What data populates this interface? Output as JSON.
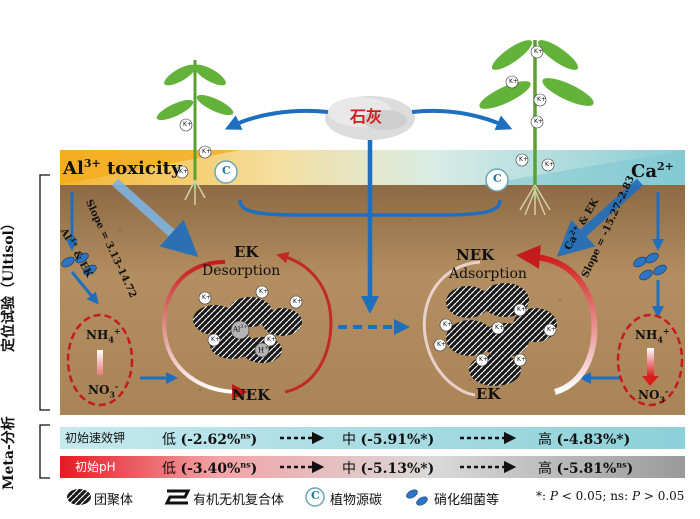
{
  "top": {
    "lime_label": "石灰",
    "al_toxicity": "Al",
    "al_sup": "3+",
    "al_word": "toxicity",
    "ca_label": "Ca",
    "ca_sup": "2+",
    "k_label": "K",
    "k_sup": "+",
    "c_label": "C"
  },
  "left_arrow": {
    "label1": "Al",
    "label1_sup": "3+",
    "label1_rest": " & EK",
    "slope": "Slope = 3.13–14.72"
  },
  "right_arrow": {
    "label1": "Ca",
    "label1_sup": "2+",
    "label1_rest": " & EK",
    "slope": "Slope = -15.27–2.83"
  },
  "left_cycle": {
    "ek": "EK",
    "desorption": "Desorption",
    "nek": "NEK",
    "nh4": "NH",
    "nh4_sub": "4",
    "nh4_sup": "+",
    "no3": "NO",
    "no3_sub": "3",
    "no3_sup": "-",
    "al_ion": "Al",
    "al_ion_sup": "3+",
    "h_ion": "H",
    "h_ion_sup": "+"
  },
  "right_cycle": {
    "nek": "NEK",
    "adsorption": "Adsorption",
    "ek": "EK",
    "nh4": "NH",
    "nh4_sub": "4",
    "nh4_sup": "+",
    "no3": "NO",
    "no3_sub": "3",
    "no3_sup": "-"
  },
  "side_labels": {
    "ultisol": "定位试验（Ultisol）",
    "meta": "Meta-分析"
  },
  "bars": [
    {
      "name": "初始速效钾",
      "low_label": "低",
      "low_value": "(-2.62%",
      "low_sup": "ns",
      "low_close": ")",
      "mid_label": "中",
      "mid_value": "(-5.91%*)",
      "high_label": "高",
      "high_value": "(-4.83%*)",
      "color": "#9fd9df"
    },
    {
      "name": "初始pH",
      "low_label": "低",
      "low_value": "(-3.40%",
      "low_sup": "ns",
      "low_close": ")",
      "mid_label": "中",
      "mid_value": "(-5.13%*)",
      "high_label": "高",
      "high_value": "(-5.81%",
      "high_sup": "ns",
      "high_close": ")",
      "color_start": "#e8202a",
      "color_end": "#a0a0a0"
    }
  ],
  "legend": {
    "aggregate": "团聚体",
    "complex": "有机无机复合体",
    "carbon": "植物源碳",
    "bacteria": "硝化细菌等",
    "sig_note_1": "*: ",
    "sig_p1": "P",
    "sig_note_2": " < 0.05; ns: ",
    "sig_p2": "P",
    "sig_note_3": " > 0.05"
  },
  "colors": {
    "blue_arrow": "#1f6fbf",
    "red_arrow": "#cc1f1f",
    "soil": "#b08a5c",
    "al_band": "#f4b73a",
    "ca_band": "#8ecfd6"
  }
}
